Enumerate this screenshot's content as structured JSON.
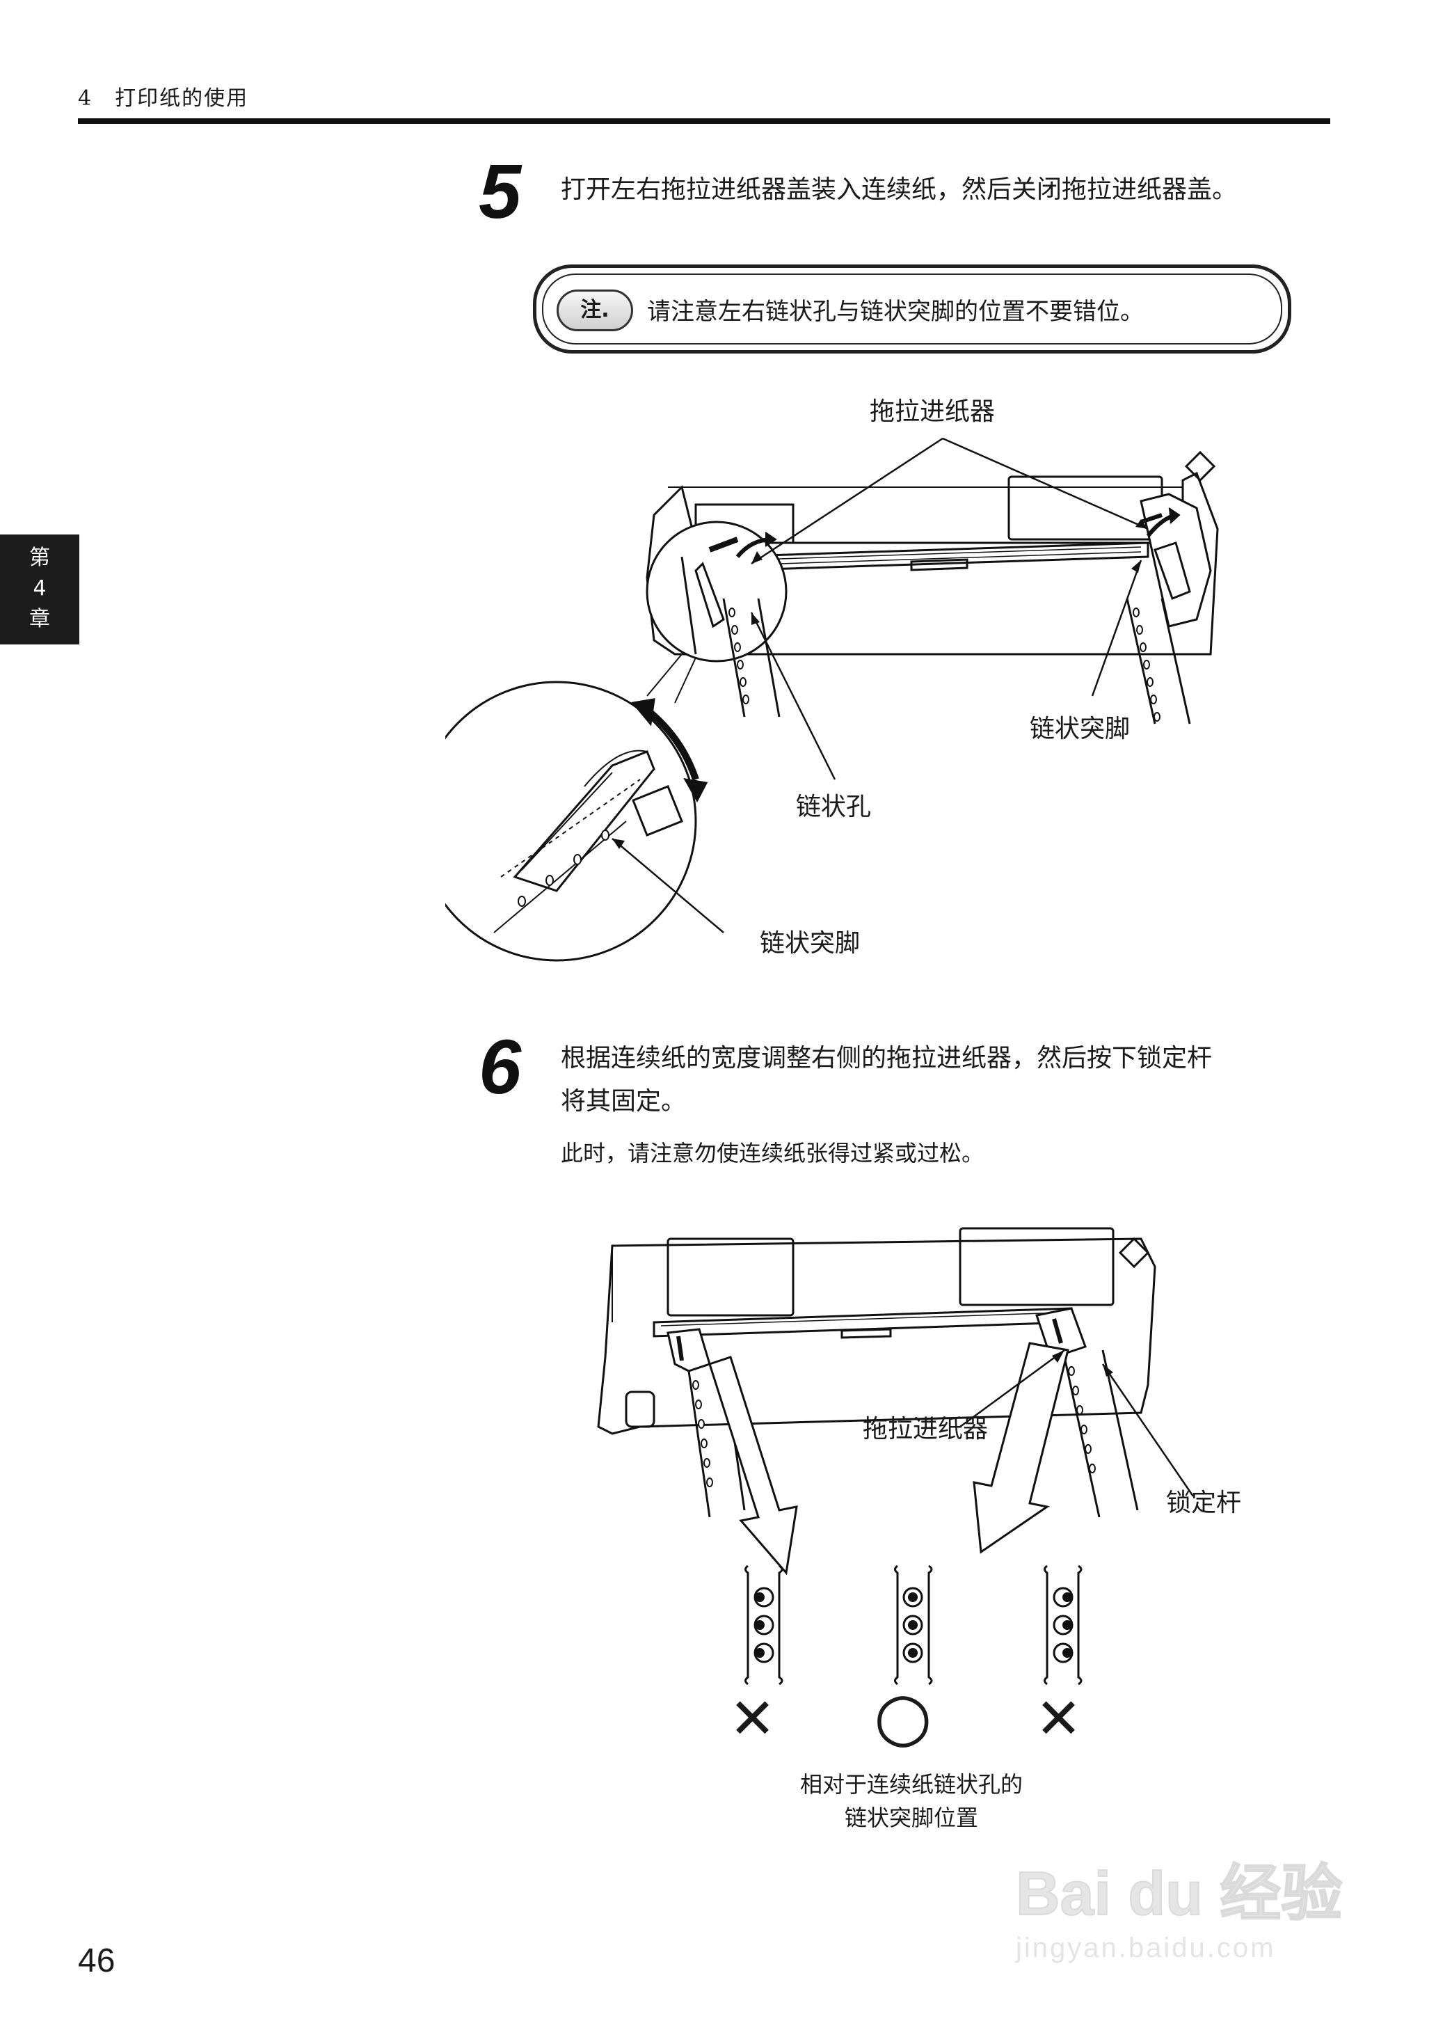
{
  "header": {
    "title": "4　打印纸的使用"
  },
  "chapter_tab": {
    "line1": "第",
    "line2": "4",
    "line3": "章"
  },
  "step5": {
    "number": "5",
    "text": "打开左右拖拉进纸器盖装入连续纸，然后关闭拖拉进纸器盖。",
    "note_badge": "注.",
    "note_text": "请注意左右链状孔与链状突脚的位置不要错位。"
  },
  "figure1": {
    "label_tractor": "拖拉进纸器",
    "label_pin_right": "链状突脚",
    "label_hole": "链状孔",
    "label_pin_zoom": "链状突脚"
  },
  "step6": {
    "number": "6",
    "text_line1": "根据连续纸的宽度调整右侧的拖拉进纸器，然后按下锁定杆",
    "text_line2": "将其固定。",
    "subtext": "此时，请注意勿使连续纸张得过紧或过松。"
  },
  "figure2": {
    "label_tractor": "拖拉进纸器",
    "label_lock": "锁定杆",
    "mark_left": "✕",
    "mark_center": "○",
    "mark_right": "✕",
    "caption_line1": "相对于连续纸链状孔的",
    "caption_line2": "链状突脚位置"
  },
  "page_number": "46",
  "watermark": {
    "brand": "Bai du 经验",
    "url": "jingyan.baidu.com"
  }
}
